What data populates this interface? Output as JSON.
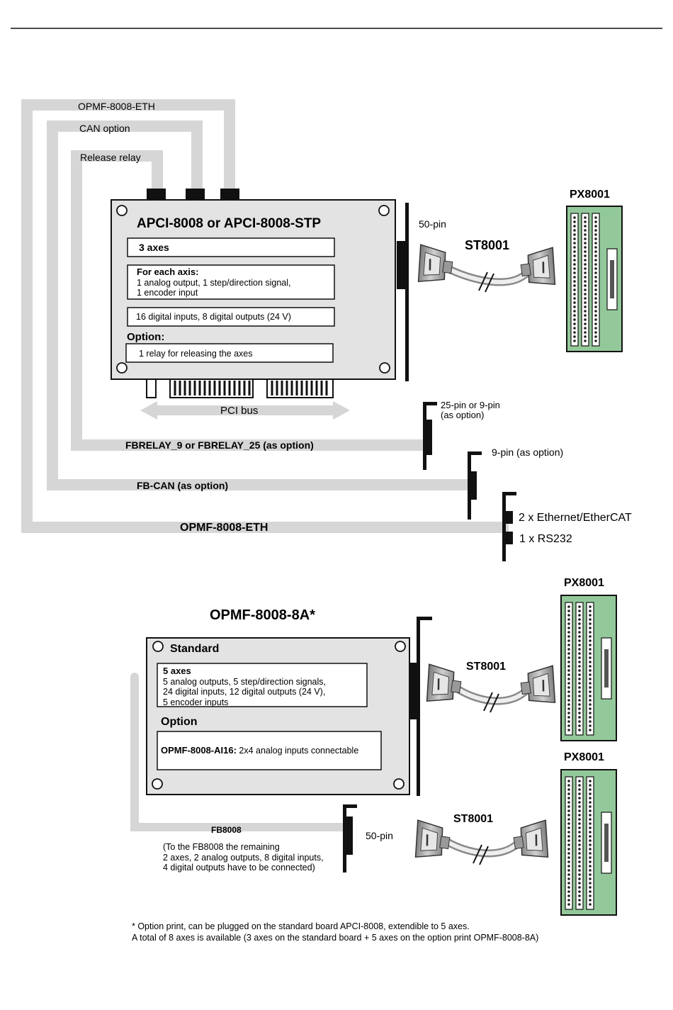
{
  "top_cables": {
    "eth_label": "OPMF-8008-ETH",
    "can_label": "CAN option",
    "relay_label": "Release relay"
  },
  "main_board": {
    "title": "APCI-8008 or APCI-8008-STP",
    "axes": "3 axes",
    "per_axis_title": "For each axis:",
    "per_axis_lines": [
      "1 analog output, 1 step/direction signal,",
      "1 encoder input"
    ],
    "digital_io": "16 digital inputs, 8 digital outputs (24 V)",
    "option_title": "Option:",
    "option_text": "1 relay for releasing the axes",
    "pci_bus": "PCI bus"
  },
  "connections": {
    "pin50": "50-pin",
    "st_top": "ST8001",
    "px_top": "PX8001",
    "pin25_9": [
      "25-pin or 9-pin",
      "(as option)"
    ],
    "fbrelay": "FBRELAY_9 or FBRELAY_25 (as option)",
    "pin9": "9-pin (as option)",
    "fbcan": "FB-CAN (as option)",
    "eth_bottom": "OPMF-8008-ETH",
    "ethernet": "2 x Ethernet/EtherCAT",
    "rs232": "1 x RS232"
  },
  "option_board": {
    "title": "OPMF-8008-8A*",
    "standard_title": "Standard",
    "axes_title": "5 axes",
    "axes_lines": [
      "5 analog outputs, 5 step/direction signals,",
      "24 digital inputs, 12 digital outputs (24 V),",
      "5 encoder inputs"
    ],
    "option_title": "Option",
    "ai16_bold": "OPMF-8008-AI16:",
    "ai16_text": " 2x4 analog inputs connectable",
    "st_mid": "ST8001",
    "px_mid": "PX8001",
    "px_bottom": "PX8001",
    "st_bottom": "ST8001",
    "fb8008": "FB8008",
    "fb8008_note": [
      "(To the FB8008 the remaining",
      "2 axes, 2 analog outputs, 8 digital inputs,",
      "4 digital outputs have to be connected)"
    ],
    "pin50_bottom": "50-pin"
  },
  "footnote": [
    "* Option print, can be plugged on the standard board APCI-8008, extendible to 5 axes.",
    "A total of 8 axes is available (3 axes on the standard board + 5 axes on the option print OPMF-8008-8A)"
  ],
  "colors": {
    "cable": "#d6d6d6",
    "board": "#e3e3e3",
    "terminal": "#93c99a",
    "bracket": "#111111"
  },
  "icons": [
    "connector-plug-icon",
    "cable-break-icon",
    "terminal-block-icon"
  ]
}
